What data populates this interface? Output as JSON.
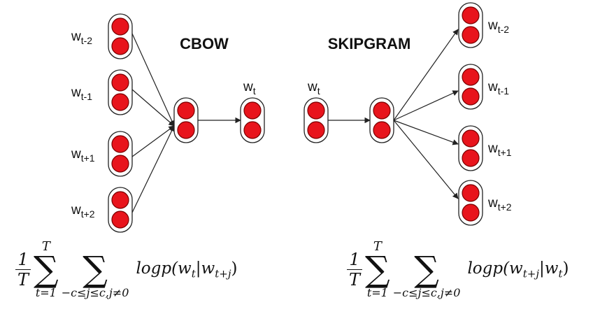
{
  "cbow": {
    "title": "CBOW",
    "inputs": [
      {
        "base": "w",
        "sub": "t-2"
      },
      {
        "base": "w",
        "sub": "t-1"
      },
      {
        "base": "w",
        "sub": "t+1"
      },
      {
        "base": "w",
        "sub": "t+2"
      }
    ],
    "output": {
      "base": "w",
      "sub": "t"
    }
  },
  "skipgram": {
    "title": "SKIPGRAM",
    "input": {
      "base": "w",
      "sub": "t"
    },
    "outputs": [
      {
        "base": "w",
        "sub": "t-2"
      },
      {
        "base": "w",
        "sub": "t-1"
      },
      {
        "base": "w",
        "sub": "t+1"
      },
      {
        "base": "w",
        "sub": "t+2"
      }
    ]
  },
  "colors": {
    "neuron_fill": "#e8141c",
    "neuron_stroke": "#7a0000",
    "line": "#222222"
  },
  "formulas": {
    "cbow": {
      "frac_num": "1",
      "frac_den": "T",
      "sum1_upper": "T",
      "sum1_lower": "t=1",
      "sum2_lower": "−c≤j≤c,j≠0",
      "expr_prefix": "logp(w",
      "expr_sub1": "t",
      "expr_mid": "|w",
      "expr_sub2": "t+j",
      "expr_suffix": ")"
    },
    "skipgram": {
      "frac_num": "1",
      "frac_den": "T",
      "sum1_upper": "T",
      "sum1_lower": "t=1",
      "sum2_lower": "−c≤j≤c,j≠0",
      "expr_prefix": "logp(w",
      "expr_sub1": "t+j",
      "expr_mid": "|w",
      "expr_sub2": "t",
      "expr_suffix": ")"
    }
  }
}
